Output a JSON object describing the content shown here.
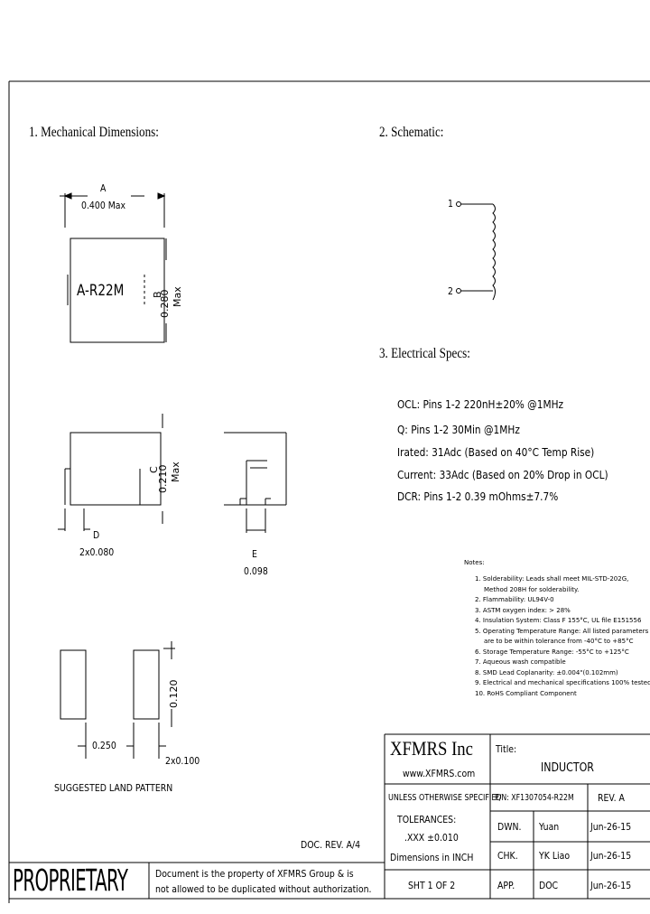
{
  "sections": {
    "mechanical": "1. Mechanical Dimensions:",
    "schematic": "2. Schematic:",
    "electrical": "3. Electrical Specs:"
  },
  "mechanical": {
    "dim_a_letter": "A",
    "dim_a_value": "0.400 Max",
    "part_marking": "A-R22M",
    "dim_b_letter": "B",
    "dim_b_value": "0.280",
    "dim_b_max": "Max",
    "dim_c_letter": "C",
    "dim_c_value": "0.210",
    "dim_c_max": "Max",
    "dim_d_letter": "D",
    "dim_d_value": "2x0.080",
    "dim_e_letter": "E",
    "dim_e_value": "0.098",
    "land_height": "0.120",
    "land_spacing": "0.250",
    "land_width": "2x0.100",
    "land_caption": "SUGGESTED LAND PATTERN"
  },
  "schematic": {
    "pin1": "1",
    "pin2": "2"
  },
  "electrical": {
    "ocl": "OCL: Pins 1-2 220nH±20% @1MHz",
    "q": "Q: Pins 1-2 30Min @1MHz",
    "irated": "Irated: 31Adc (Based on 40°C Temp Rise)",
    "current": "Current: 33Adc (Based on 20% Drop in OCL)",
    "dcr": "DCR: Pins 1-2 0.39 mOhms±7.7%"
  },
  "notes": {
    "title": "Notes:",
    "items": [
      "1. Solderability: Leads shall meet MIL-STD-202G,",
      "    Method 208H for solderability.",
      "2. Flammability: UL94V-0",
      "3. ASTM oxygen index: > 28%",
      "4. Insulation System: Class F 155°C, UL file E151556",
      "5. Operating Temperature Range: All listed parameters",
      "    are to be within tolerance from -40°C to +85°C",
      "6. Storage Temperature Range: -55°C to +125°C",
      "7. Aqueous wash compatible",
      "8. SMD Lead Coplanarity: ±0.004\"(0.102mm)",
      "9. Electrical and mechanical specifications 100% tested",
      "10. RoHS Compliant Component"
    ]
  },
  "title_block": {
    "company": "XFMRS Inc",
    "website": "www.XFMRS.com",
    "title_label": "Title:",
    "title_value": "INDUCTOR",
    "tolerance_header": "UNLESS OTHERWISE SPECIFIED",
    "tolerances_label": "TOLERANCES:",
    "tolerance_value": ".XXX  ±0.010",
    "dimensions_unit": "Dimensions in INCH",
    "pn": "P/N: XF1307054-R22M",
    "rev": "REV. A",
    "dwn_label": "DWN.",
    "dwn_name": "Yuan",
    "dwn_date": "Jun-26-15",
    "chk_label": "CHK.",
    "chk_name": "YK Liao",
    "chk_date": "Jun-26-15",
    "app_label": "APP.",
    "app_name": "DOC",
    "app_date": "Jun-26-15",
    "sheet": "SHT 1 OF 2",
    "doc_rev": "DOC. REV. A/4"
  },
  "footer": {
    "proprietary": "PROPRIETARY",
    "notice_line1": "Document is the property of XFMRS Group & is",
    "notice_line2": "not allowed to be duplicated without authorization."
  }
}
